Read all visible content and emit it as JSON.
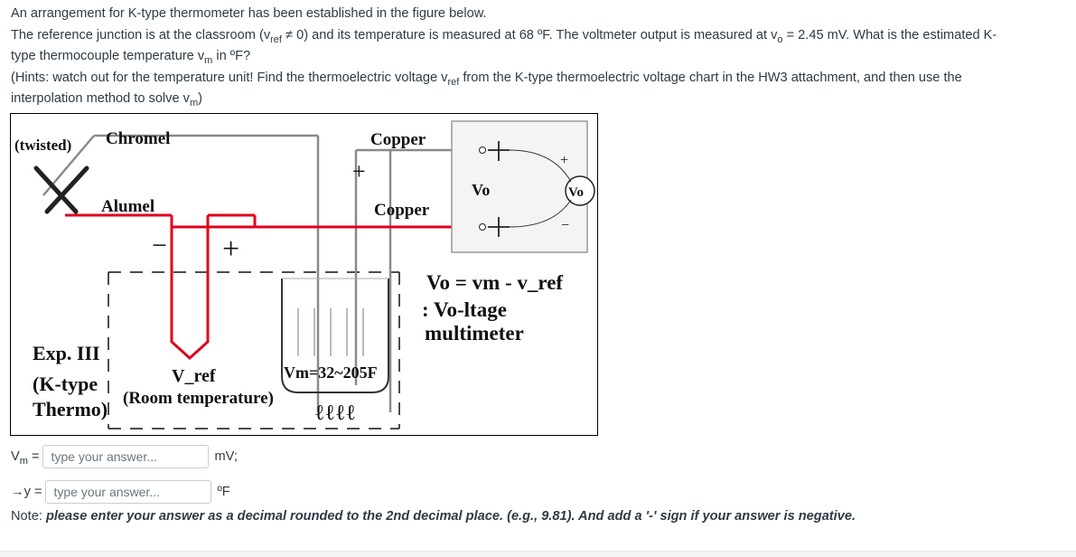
{
  "question": {
    "line1": "An arrangement for K-type thermometer has been established in the figure below.",
    "line2a": "The reference junction is at the classroom (v",
    "line2_sub": "ref",
    "line2b": " ≠ 0) and its temperature is measured at 68 ºF. The voltmeter output is measured at v",
    "line2_sub2": "o",
    "line2c": " = 2.45 mV. What is the estimated K-",
    "line3a": "type thermocouple temperature v",
    "line3_sub": "m",
    "line3b": " in ºF?",
    "line4a": "(Hints: watch out for the temperature unit! Find the thermoelectric voltage v",
    "line4_sub": "ref",
    "line4b": " from the K-type thermoelectric voltage chart in the HW3 attachment, and then use the",
    "line5a": "interpolation method to solve v",
    "line5_sub": "m",
    "line5b": ")"
  },
  "figure": {
    "twisted": "(twisted)",
    "chromel": "Chromel",
    "alumel": "Alumel",
    "copper_top": "Copper",
    "copper_bottom": "Copper",
    "plus_copper": "+",
    "vo_label": "Vo",
    "vo_meter": "Vo",
    "meter_plus": "+",
    "meter_minus": "−",
    "minus_ref": "−",
    "plus_ref": "+",
    "eq_line1": "Vo = vm - v_ref",
    "eq_line2": ": Vo-ltage",
    "eq_line3": "multimeter",
    "exp1": "Exp. III",
    "exp2": "(K-type",
    "exp3": "Thermo)",
    "vref1": "V_ref",
    "vref2": "(Room temperature)",
    "vm_range": "Vm=32~205F",
    "heat": "ℓℓℓℓ"
  },
  "answers": {
    "vm_label": "V",
    "vm_sub": "m",
    "vm_eq": " = ",
    "vm_placeholder": "type your answer...",
    "vm_unit": "mV;",
    "y_label": "→y = ",
    "y_placeholder": "type your answer...",
    "y_unit": "ºF"
  },
  "note": {
    "prefix": "Note: ",
    "text": "please enter your answer as a decimal rounded to the 2nd decimal place. (e.g., 9.81). And add a '-' sign if your answer is negative."
  },
  "colors": {
    "wire_red": "#e0001b",
    "wire_gray": "#8a8a8a",
    "text": "#2d3b45"
  }
}
